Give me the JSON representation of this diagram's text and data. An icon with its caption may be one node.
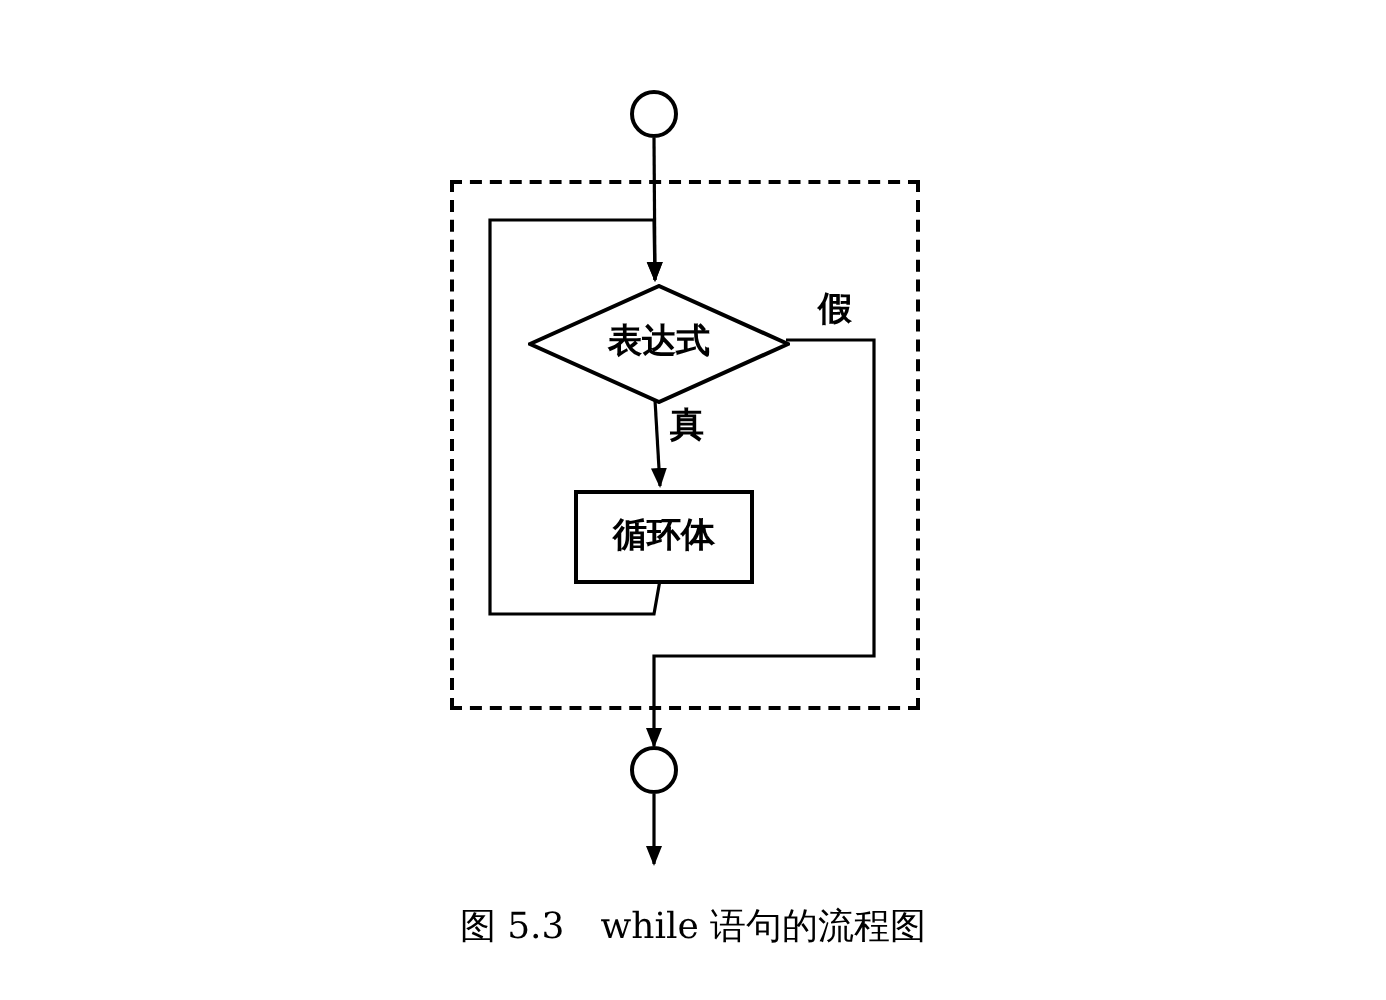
{
  "diagram": {
    "caption": "图 5.3　while 语句的流程图",
    "nodes": [
      {
        "text": [],
        "shape": "circle"
      },
      {
        "text": [],
        "shape": "box"
      },
      {
        "text": [
          "表达式"
        ],
        "in": 1
      },
      {
        "text": [
          "循环体"
        ],
        "in": 1
      },
      {
        "text": [],
        "shape": "circle"
      }
    ],
    "edges": [
      {
        "from": 0,
        "to": 2,
        "arrow": "to"
      },
      {
        "from": 2,
        "to": 3,
        "arrow": "to",
        "label": "真"
      },
      {
        "from": 3,
        "to": 2,
        "arrow": "to"
      },
      {
        "from": 2,
        "to": 4,
        "arrow": "to",
        "label": "假"
      },
      {
        "from": 4,
        "to": null,
        "arrow": "to"
      }
    ]
  }
}
